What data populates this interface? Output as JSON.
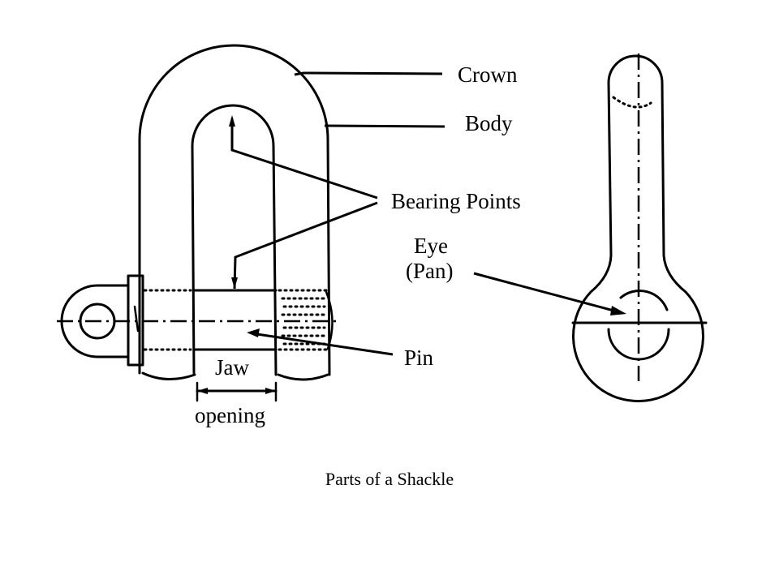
{
  "diagram": {
    "caption": "Parts of a Shackle",
    "labels": {
      "crown": "Crown",
      "body": "Body",
      "bearing_points": "Bearing Points",
      "eye_line1": "Eye",
      "eye_line2": "(Pan)",
      "pin": "Pin",
      "jaw_line1": "Jaw",
      "jaw_line2": "opening"
    },
    "views": [
      "front-view",
      "side-view"
    ]
  }
}
